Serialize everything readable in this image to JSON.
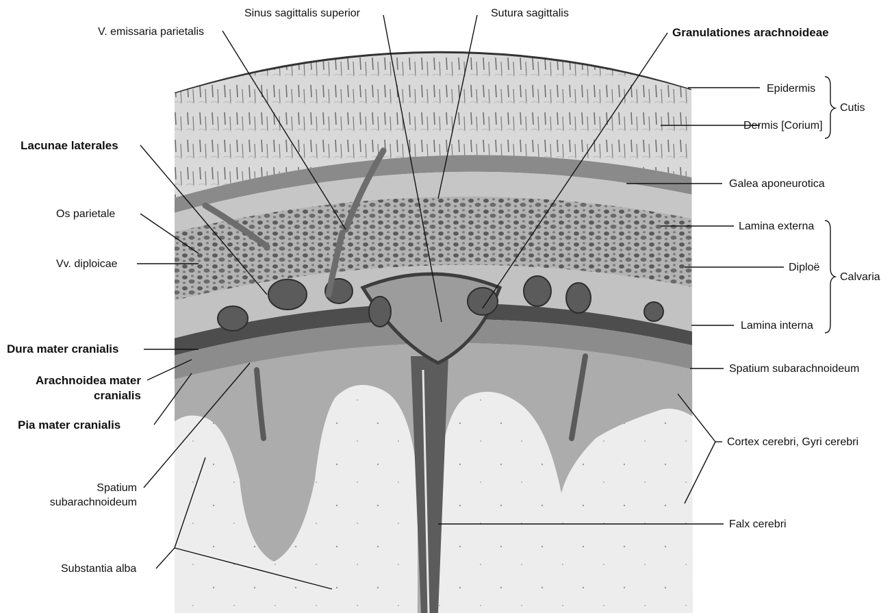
{
  "labels": {
    "sinus_sagittalis_superior": "Sinus sagittalis superior",
    "sutura_sagittalis": "Sutura sagittalis",
    "v_emissaria_parietalis": "V. emissaria parietalis",
    "granulationes_arachnoideae": "Granulationes arachnoideae",
    "epidermis": "Epidermis",
    "dermis": "Dermis [Corium]",
    "cutis": "Cutis",
    "lacunae_laterales": "Lacunae laterales",
    "galea_aponeurotica": "Galea aponeurotica",
    "os_parietale": "Os parietale",
    "lamina_externa": "Lamina externa",
    "vv_diploicae": "Vv. diploicae",
    "diploe": "Diploë",
    "calvaria": "Calvaria",
    "lamina_interna": "Lamina interna",
    "dura_mater_cranialis": "Dura mater cranialis",
    "spatium_subarachnoideum_right": "Spatium subarachnoideum",
    "arachnoidea_mater_line1": "Arachnoidea mater",
    "arachnoidea_mater_line2": "cranialis",
    "pia_mater_cranialis": "Pia mater cranialis",
    "cortex_cerebri": "Cortex cerebri, Gyri cerebri",
    "spatium_subarachnoideum_left_line1": "Spatium",
    "spatium_subarachnoideum_left_line2": "subarachnoideum",
    "falx_cerebri": "Falx cerebri",
    "substantia_alba": "Substantia alba"
  },
  "colors": {
    "skin": "#cfcfcf",
    "galea": "#8a8a8a",
    "bone": "#bdbdbd",
    "diploe": "#9a9a9a",
    "dura": "#4a4a4a",
    "sinus": "#9e9e9e",
    "cortex": "#a9a9a9",
    "white_matter": "#ececec",
    "leader": "#111111"
  }
}
